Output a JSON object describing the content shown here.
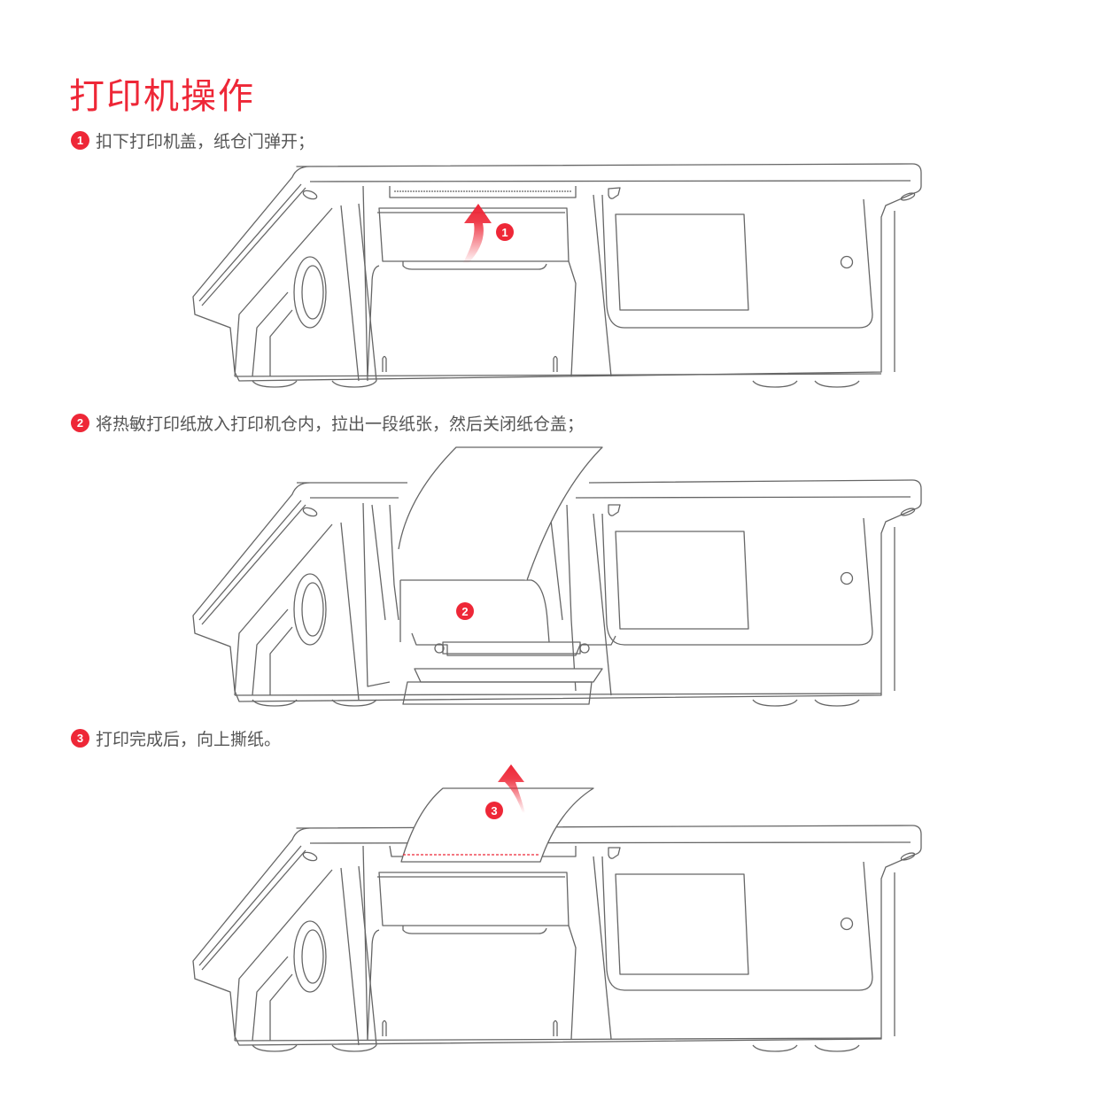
{
  "page": {
    "title": "打印机操作",
    "accent_color": "#ee2737",
    "text_color": "#555555"
  },
  "steps": [
    {
      "number": "1",
      "text": "扣下打印机盖，纸仓门弹开；",
      "illustration": "printer-cover-open-arrow-up"
    },
    {
      "number": "2",
      "text": "将热敏打印纸放入打印机仓内，拉出一段纸张，然后关闭纸仓盖；",
      "illustration": "paper-roll-inserted"
    },
    {
      "number": "3",
      "text": "打印完成后，向上撕纸。",
      "illustration": "tear-paper-upward"
    }
  ],
  "illustration_badges": [
    "1",
    "2",
    "3"
  ]
}
